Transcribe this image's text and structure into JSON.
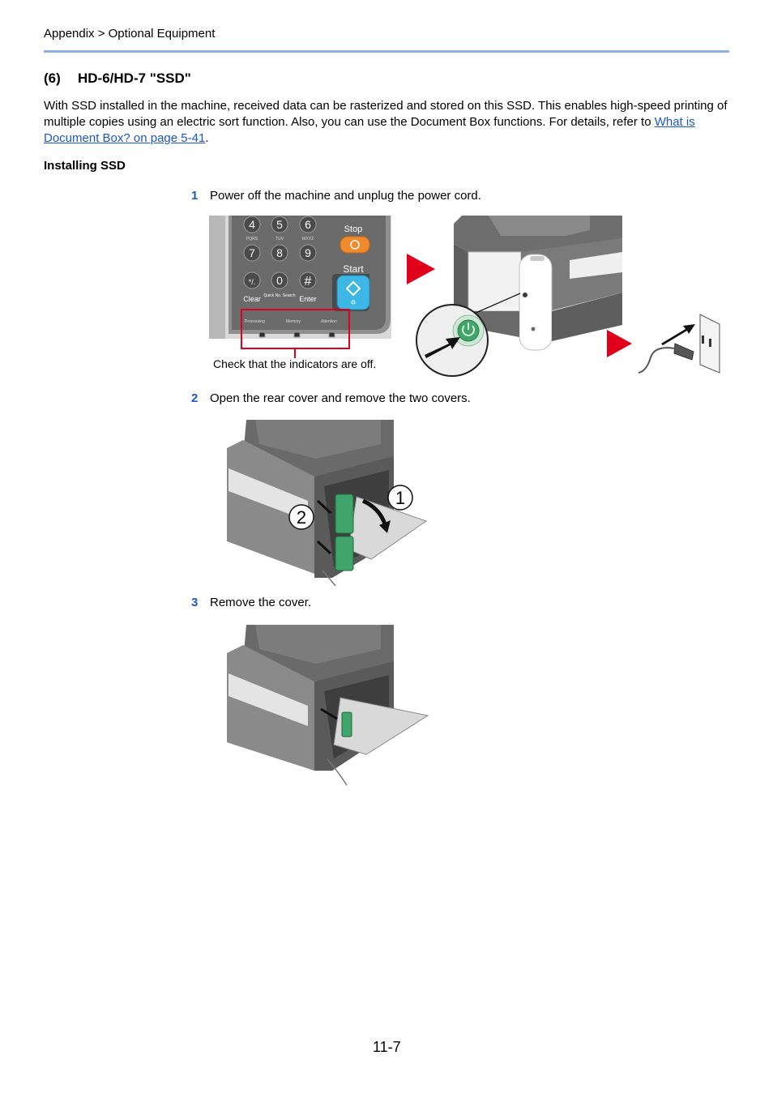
{
  "header": {
    "breadcrumb": "Appendix > Optional Equipment"
  },
  "section": {
    "number": "(6)",
    "title": "HD-6/HD-7 \"SSD\""
  },
  "intro": {
    "text": "With SSD installed in the machine, received data can be rasterized and stored on this SSD. This enables high-speed printing of multiple copies using an electric sort function. Also, you can use the Document Box functions. For details, refer to ",
    "link": "What is Document Box? on page 5-41",
    "end": "."
  },
  "subheading": "Installing SSD",
  "steps": [
    {
      "num": "1",
      "text": "Power off the machine and unplug the power cord."
    },
    {
      "num": "2",
      "text": "Open the rear cover and remove the two covers."
    },
    {
      "num": "3",
      "text": "Remove the cover."
    }
  ],
  "figure1": {
    "caption": "Check that the indicators are off.",
    "keys": [
      "4",
      "5",
      "6",
      "7",
      "8",
      "9",
      "0"
    ],
    "key_sublabels": [
      "PQRS",
      "TUV",
      "WXYZ"
    ],
    "stop_label": "Stop",
    "start_label": "Start",
    "clear_label": "Clear",
    "quickno_label": "Quick No. Search",
    "enter_label": "Enter",
    "processing_label": "Processing",
    "memory_label": "Memory",
    "attention_label": "Attention"
  },
  "figure2": {
    "callout1": "1",
    "callout2": "2"
  },
  "footer": {
    "page_number": "11-7"
  },
  "colors": {
    "link": "#1a56c7",
    "rule": "#8fb0e6",
    "arrow": "#e0001b",
    "green": "#3fa56a",
    "start_blue": "#3db7e6"
  }
}
